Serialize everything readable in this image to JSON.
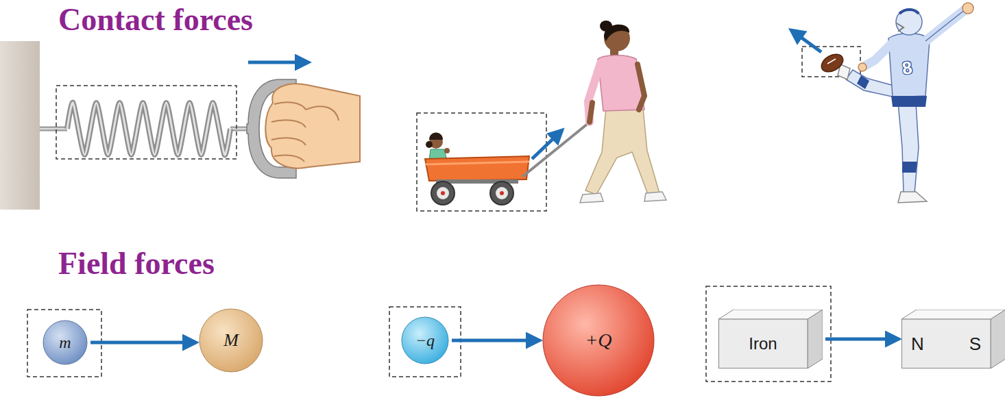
{
  "diagram": {
    "nodes": [
      {
        "text": [
          "m"
        ]
      },
      {
        "text": [
          "M"
        ]
      },
      {
        "text": [
          "−q"
        ]
      },
      {
        "text": [
          "+Q"
        ]
      },
      {
        "text": [
          "Iron"
        ]
      },
      {
        "text": [
          "N",
          "S"
        ]
      }
    ],
    "edges": [
      {
        "from": 0,
        "to": 1,
        "arrow": "to"
      },
      {
        "from": 2,
        "to": 3,
        "arrow": "to"
      },
      {
        "from": 4,
        "to": 5,
        "arrow": "to"
      }
    ],
    "labels": [
      "Contact forces",
      "Field forces",
      "8"
    ]
  }
}
